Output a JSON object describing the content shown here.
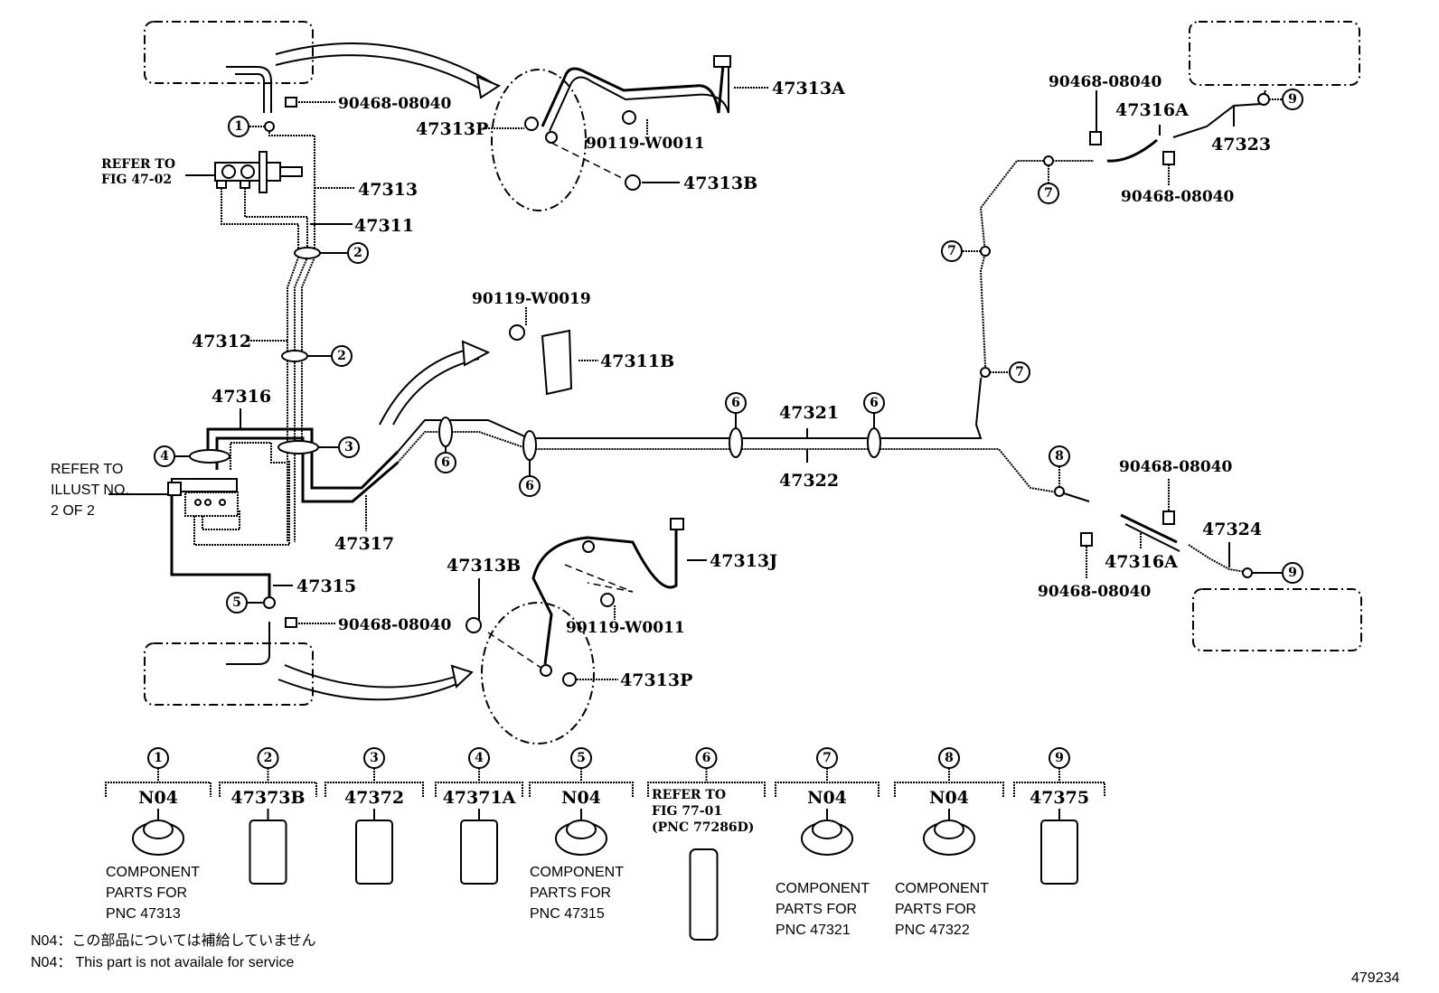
{
  "figure_id": "479234",
  "labels": {
    "clip_90468_tl": "90468-08040",
    "p47313A": "47313A",
    "p47313P_top": "47313P",
    "bolt_top": "90119-W0011",
    "p47313B_top": "47313B",
    "p47313": "47313",
    "p47311": "47311",
    "refer_fig_line1": "REFER TO",
    "refer_fig_line2": "FIG 47-02",
    "p47312": "47312",
    "bolt_mid": "90119-W0019",
    "p47311B": "47311B",
    "p47316": "47316",
    "refer_illust_line1": "REFER TO",
    "refer_illust_line2": "ILLUST NO.",
    "refer_illust_line3": "2 OF 2",
    "p47317": "47317",
    "p47321": "47321",
    "p47322": "47322",
    "p47315": "47315",
    "clip_90468_bl": "90468-08040",
    "p47313B_bot": "47313B",
    "p47313J": "47313J",
    "bolt_bot": "90119-W0011",
    "p47313P_bot": "47313P",
    "clip_90468_tr1": "90468-08040",
    "p47316A_top": "47316A",
    "p47323": "47323",
    "clip_90468_tr2": "90468-08040",
    "clip_90468_br1": "90468-08040",
    "p47316A_bot": "47316A",
    "p47324": "47324",
    "clip_90468_br2": "90468-08040"
  },
  "callouts": {
    "c1": "1",
    "c2a": "2",
    "c2b": "2",
    "c3": "3",
    "c4": "4",
    "c5": "5",
    "c6a": "6",
    "c6b": "6",
    "c6c": "6",
    "c6d": "6",
    "c7a": "7",
    "c7b": "7",
    "c7c": "7",
    "c8": "8",
    "c9a": "9",
    "c9b": "9"
  },
  "legend": [
    {
      "num": "1",
      "code": "N04",
      "desc": [
        "COMPONENT",
        "PARTS FOR",
        "PNC 47313"
      ]
    },
    {
      "num": "2",
      "code": "47373B",
      "desc": []
    },
    {
      "num": "3",
      "code": "47372",
      "desc": []
    },
    {
      "num": "4",
      "code": "47371A",
      "desc": []
    },
    {
      "num": "5",
      "code": "N04",
      "desc": [
        "COMPONENT",
        "PARTS FOR",
        "PNC 47315"
      ]
    },
    {
      "num": "6",
      "code": "",
      "refer": [
        "REFER TO",
        "FIG 77-01",
        "(PNC 77286D)"
      ],
      "desc": []
    },
    {
      "num": "7",
      "code": "N04",
      "desc": [
        "COMPONENT",
        "PARTS FOR",
        "PNC 47321"
      ]
    },
    {
      "num": "8",
      "code": "N04",
      "desc": [
        "COMPONENT",
        "PARTS FOR",
        "PNC 47322"
      ]
    },
    {
      "num": "9",
      "code": "47375",
      "desc": []
    }
  ],
  "notes": {
    "jp": "N04：この部品については補給していません",
    "en": "N04： This part is not availale for service"
  }
}
